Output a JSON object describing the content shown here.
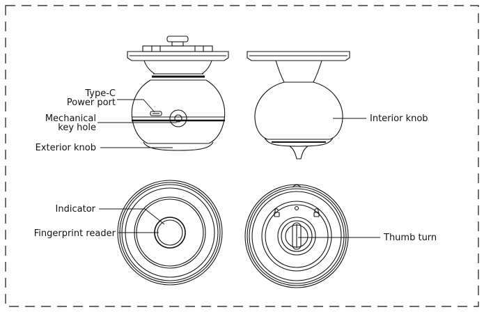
{
  "labels": {
    "type_c_line1": "Type-C",
    "type_c_line2": "Power port",
    "mechanical_line1": "Mechanical",
    "mechanical_line2": "key hole",
    "exterior_knob": "Exterior knob",
    "interior_knob": "Interior knob",
    "indicator": "Indicator",
    "fingerprint_reader": "Fingerprint reader",
    "thumb_turn": "Thumb turn"
  },
  "colors": {
    "line": "#111111",
    "background": "#ffffff"
  }
}
